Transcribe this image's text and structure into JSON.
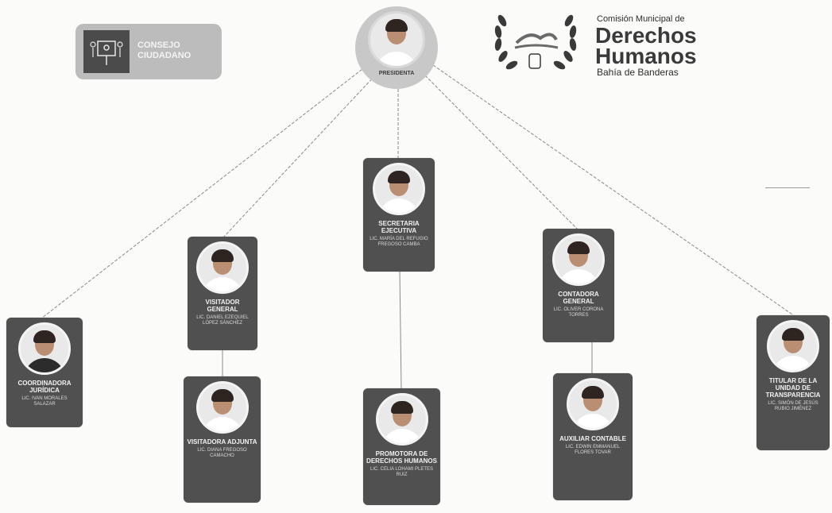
{
  "council": {
    "line1": "CONSEJO",
    "line2": "CIUDADANO"
  },
  "logo": {
    "line1": "Comisión Municipal de",
    "line2": "Derechos",
    "line3": "Humanos",
    "line4": "Bahía de Banderas"
  },
  "president": {
    "role": "PRESIDENTA",
    "name": ""
  },
  "positions": [
    {
      "role": "SECRETARIA EJECUTIVA",
      "name": "LIC. MARÍA DEL REFUGIO FREGOSO CAMBA"
    },
    {
      "role": "VISITADOR GENERAL",
      "name": "LIC. DANIEL EZEQUIEL LÓPEZ SÁNCHEZ"
    },
    {
      "role": "CONTADORA GENERAL",
      "name": "LIC. OLIVER CORONA TORRES"
    },
    {
      "role": "COORDINADORA JURÍDICA",
      "name": "LIC. IVAN MORALES SALAZAR"
    },
    {
      "role": "TITULAR DE LA UNIDAD DE TRANSPARENCIA",
      "name": "LIC. SIMÓN DE JESÚS RUBIO JIMÉNEZ"
    },
    {
      "role": "VISITADORA ADJUNTA",
      "name": "LIC. DIANA FREGOSO CAMACHO"
    },
    {
      "role": "PROMOTORA DE DERECHOS HUMANOS",
      "name": "LIC. CELIA LOHAMI PLETES RUIZ"
    },
    {
      "role": "AUXILIAR CONTABLE",
      "name": "LIC. EDWIN EMMANUEL FLORES TOVAR"
    }
  ],
  "colors": {
    "card": "#505050",
    "president_circle": "#c8c8c8",
    "council_box": "#bcbcbc",
    "background": "#fbfbfa"
  }
}
